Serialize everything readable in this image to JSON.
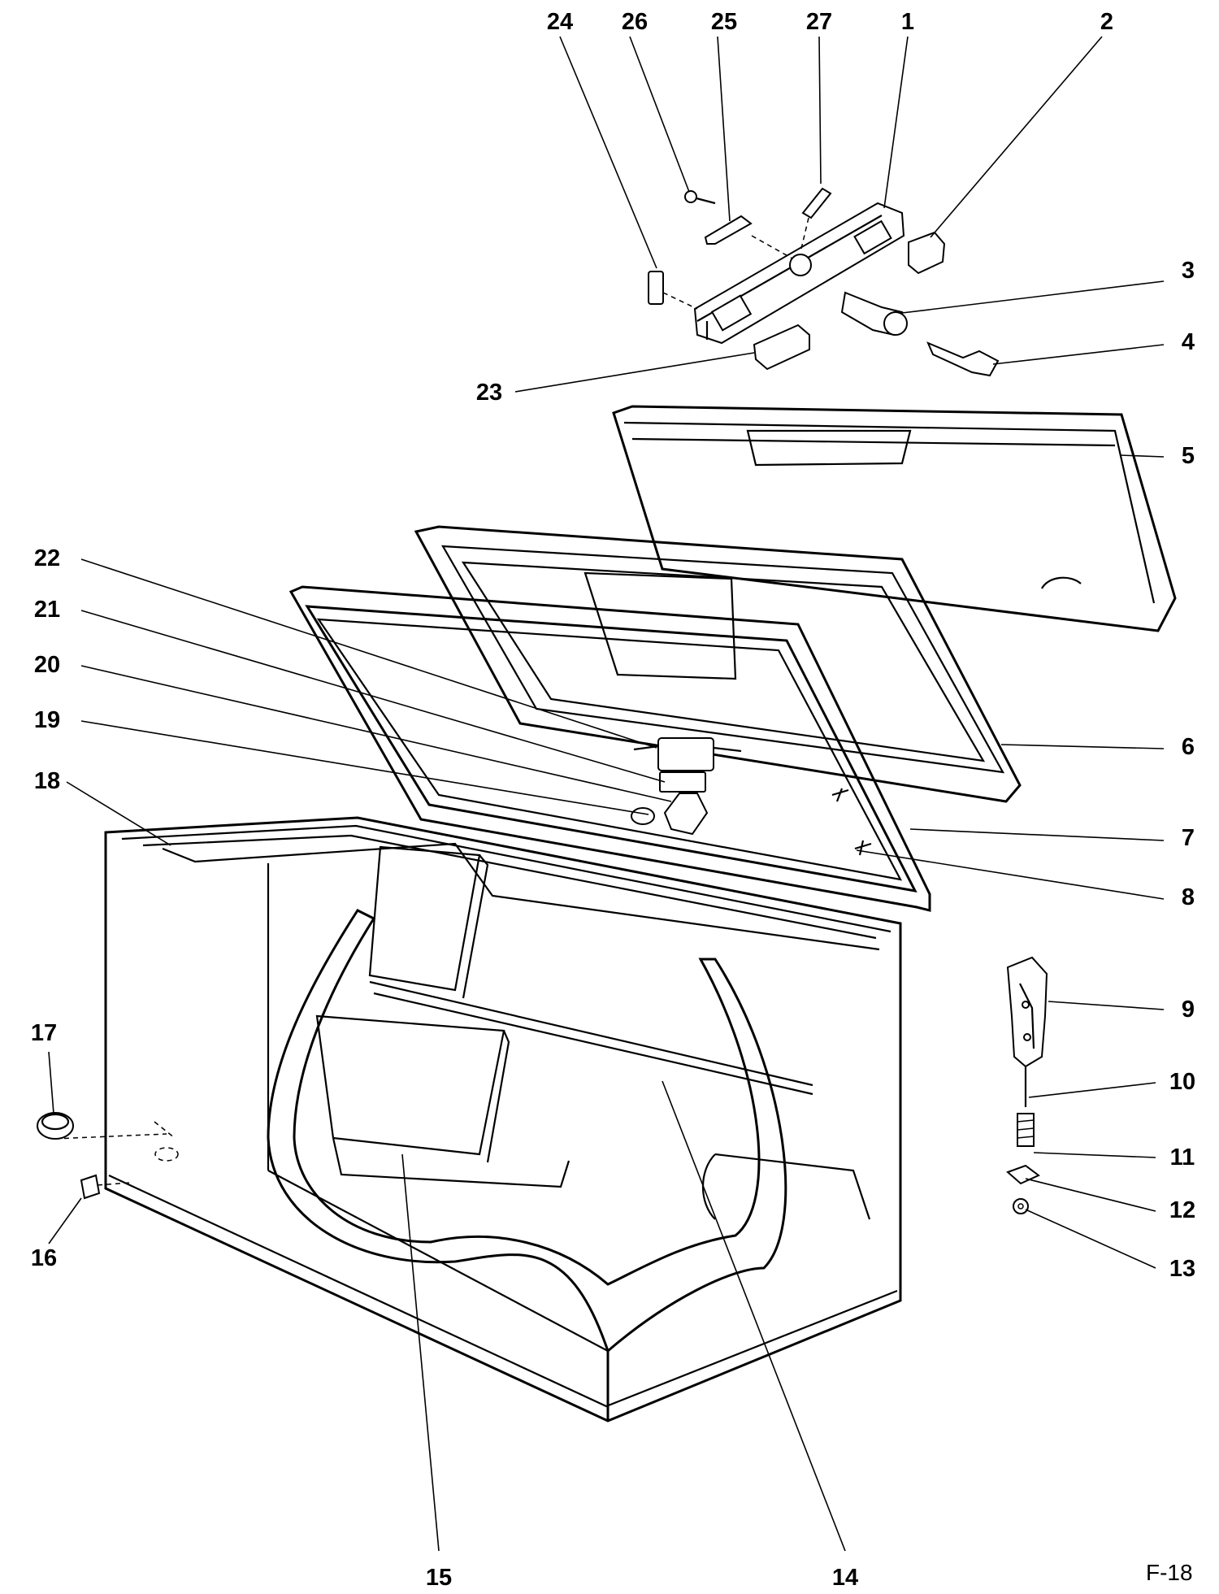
{
  "figure_label": "F-18",
  "callouts": [
    {
      "id": "1",
      "label": "1"
    },
    {
      "id": "2",
      "label": "2"
    },
    {
      "id": "3",
      "label": "3"
    },
    {
      "id": "4",
      "label": "4"
    },
    {
      "id": "5",
      "label": "5"
    },
    {
      "id": "6",
      "label": "6"
    },
    {
      "id": "7",
      "label": "7"
    },
    {
      "id": "8",
      "label": "8"
    },
    {
      "id": "9",
      "label": "9"
    },
    {
      "id": "10",
      "label": "10"
    },
    {
      "id": "11",
      "label": "11"
    },
    {
      "id": "12",
      "label": "12"
    },
    {
      "id": "13",
      "label": "13"
    },
    {
      "id": "14",
      "label": "14"
    },
    {
      "id": "15",
      "label": "15"
    },
    {
      "id": "16",
      "label": "16"
    },
    {
      "id": "17",
      "label": "17"
    },
    {
      "id": "18",
      "label": "18"
    },
    {
      "id": "19",
      "label": "19"
    },
    {
      "id": "20",
      "label": "20"
    },
    {
      "id": "21",
      "label": "21"
    },
    {
      "id": "22",
      "label": "22"
    },
    {
      "id": "23",
      "label": "23"
    },
    {
      "id": "24",
      "label": "24"
    },
    {
      "id": "25",
      "label": "25"
    },
    {
      "id": "26",
      "label": "26"
    },
    {
      "id": "27",
      "label": "27"
    }
  ]
}
